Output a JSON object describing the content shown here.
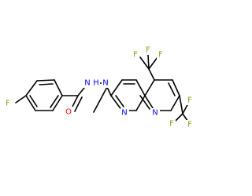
{
  "colors": {
    "bond": "#000000",
    "background": "#ffffff"
  },
  "atom_labels": [
    {
      "id": "f1",
      "text": "F",
      "color": "#7fa21c"
    },
    {
      "id": "o1",
      "text": "O",
      "color": "#ff0000"
    },
    {
      "id": "n1",
      "text": "N",
      "color": "#0000ff"
    },
    {
      "id": "h1",
      "text": "H",
      "color": "#0000ff"
    },
    {
      "id": "n2",
      "text": "N",
      "color": "#0000ff"
    },
    {
      "id": "n3",
      "text": "N",
      "color": "#0000ff"
    },
    {
      "id": "n4",
      "text": "N",
      "color": "#0000ff"
    },
    {
      "id": "f2",
      "text": "F",
      "color": "#7fa21c"
    },
    {
      "id": "f3",
      "text": "F",
      "color": "#7fa21c"
    },
    {
      "id": "f4",
      "text": "F",
      "color": "#7fa21c"
    },
    {
      "id": "f5",
      "text": "F",
      "color": "#7fa21c"
    },
    {
      "id": "f6",
      "text": "F",
      "color": "#7fa21c"
    },
    {
      "id": "f7",
      "text": "F",
      "color": "#7fa21c"
    }
  ]
}
